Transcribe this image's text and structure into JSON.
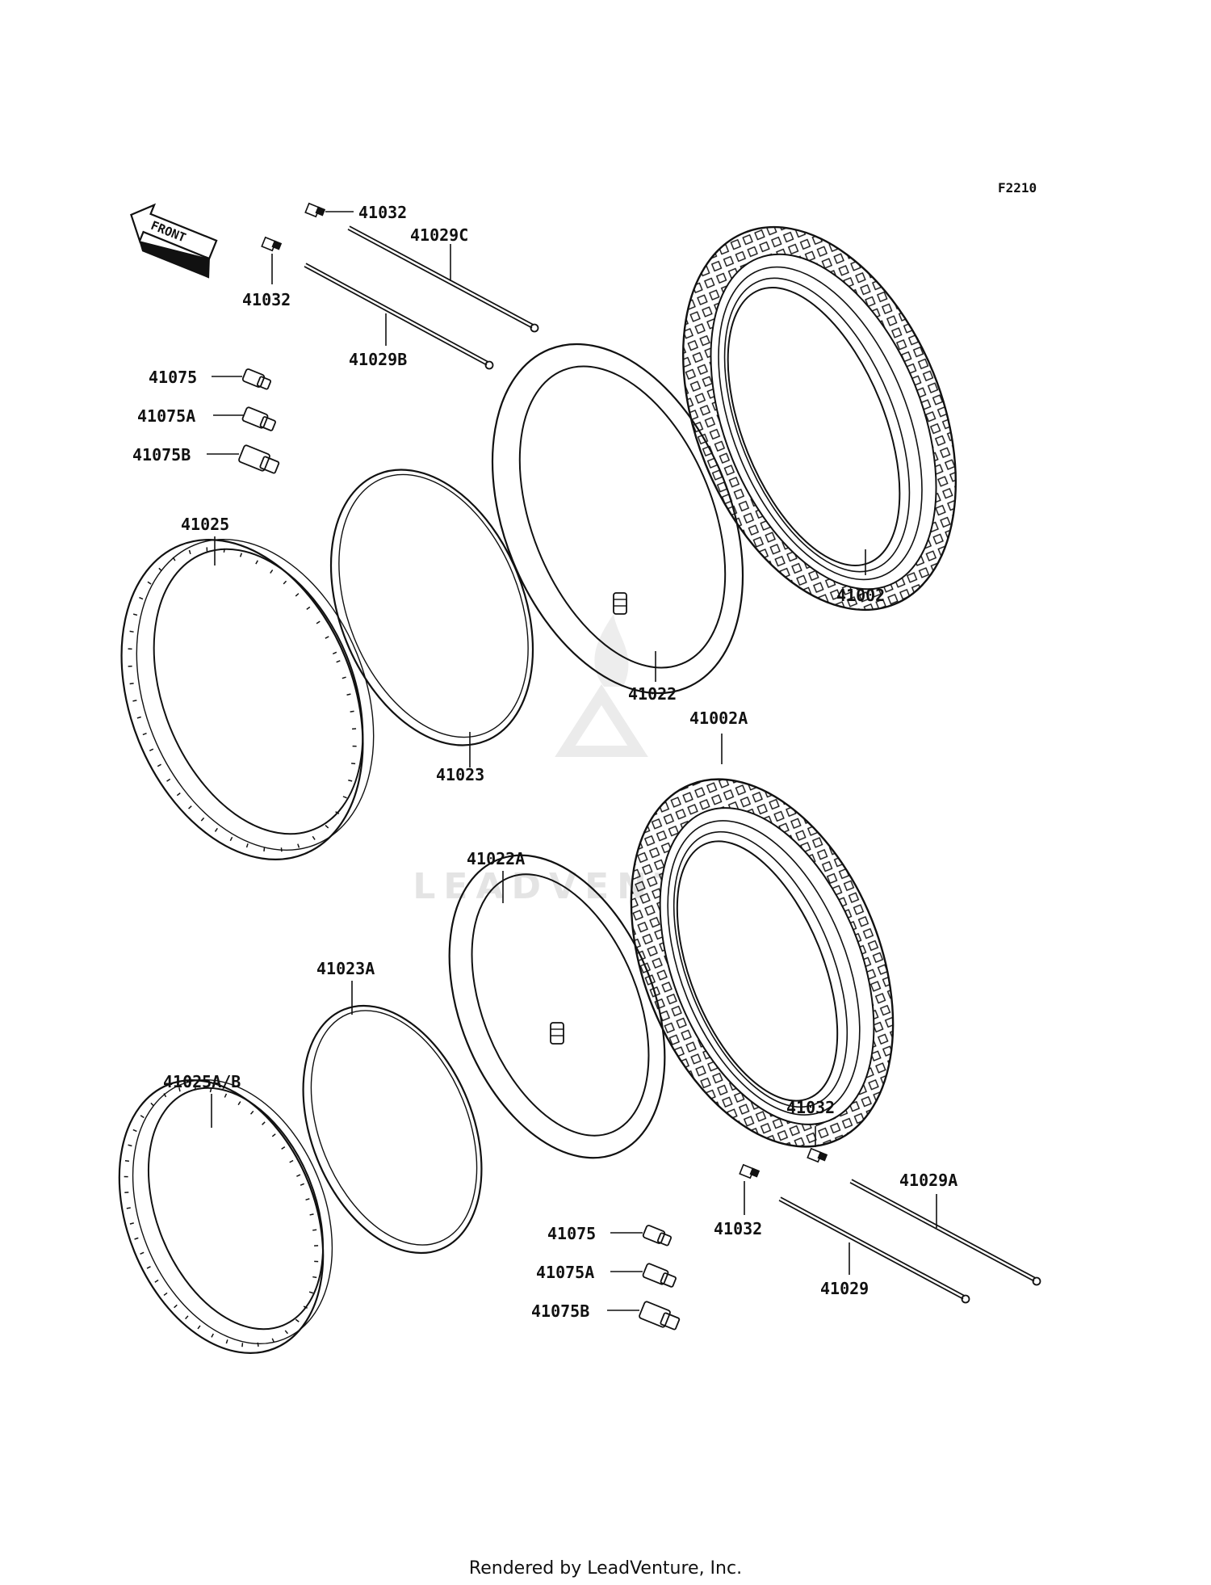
{
  "figure_number": "F2210",
  "front_label": "FRONT",
  "watermark": "LEADVENTURE",
  "footer": "Rendered by LeadVenture, Inc.",
  "labels": {
    "p41032_top": "41032",
    "p41029C": "41029C",
    "p41032_left": "41032",
    "p41029B": "41029B",
    "p41075_top": "41075",
    "p41075A_top": "41075A",
    "p41075B_top": "41075B",
    "p41025": "41025",
    "p41023": "41023",
    "p41022": "41022",
    "p41002": "41002",
    "p41002A": "41002A",
    "p41022A": "41022A",
    "p41023A": "41023A",
    "p41025AB": "41025A/B",
    "p41032_rt": "41032",
    "p41032_rb": "41032",
    "p41029A": "41029A",
    "p41029": "41029",
    "p41075_bot": "41075",
    "p41075A_bot": "41075A",
    "p41075B_bot": "41075B"
  }
}
